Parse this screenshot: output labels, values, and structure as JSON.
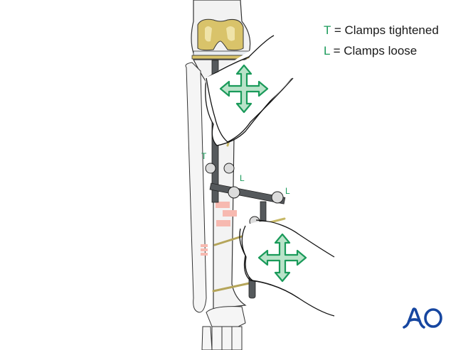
{
  "legend": {
    "items": [
      {
        "key": "T",
        "equals": "=",
        "text": "Clamps tightened"
      },
      {
        "key": "L",
        "equals": "=",
        "text": "Clamps loose"
      }
    ]
  },
  "labels": {
    "t_upper_clamp": "T",
    "l_middle_clamp": "L",
    "l_right_clamp": "L"
  },
  "icons": {
    "upper_arrow": "four-way-move-arrow",
    "lower_arrow": "four-way-move-arrow"
  },
  "logo": {
    "text": "AO"
  },
  "colors": {
    "accent_green": "#1a9a5a",
    "arrow_fill": "#b9e3c9",
    "implant_gold": "#d9c36a",
    "fracture_pink": "#f7b9b0",
    "logo_blue": "#1646a0",
    "rod_gray": "#55595c"
  }
}
